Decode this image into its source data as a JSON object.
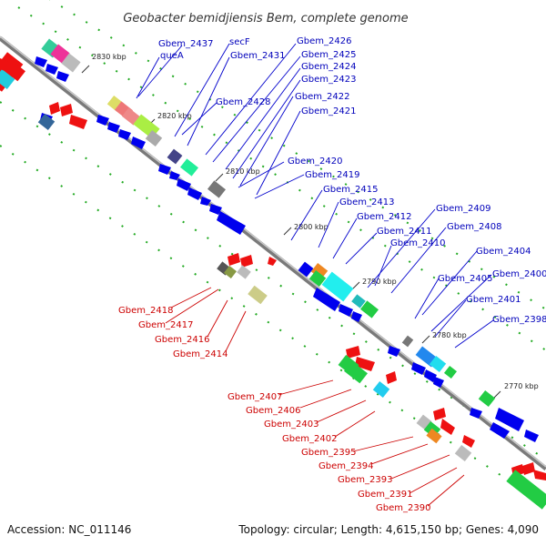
{
  "title": "Geobacter bemidjiensis Bem, complete genome",
  "footer": {
    "accession": "Accession: NC_011146",
    "summary": "Topology: circular; Length: 4,615,150 bp; Genes: 4,090"
  },
  "colors": {
    "top_strand": "#0000ee",
    "bottom_strand": "#ee0000",
    "label_top": "#0000bb",
    "label_bottom": "#cc0000",
    "axis": "#999999",
    "tick": "#119911"
  },
  "axis_ticks": [
    {
      "label": "2830 kbp"
    },
    {
      "label": "2820 kbp"
    },
    {
      "label": "2810 kbp"
    },
    {
      "label": "2800 kbp"
    },
    {
      "label": "2790 kbp"
    },
    {
      "label": "2780 kbp"
    },
    {
      "label": "2770 kbp"
    }
  ],
  "top_labels": [
    "Gbem_2437",
    "queA",
    "secF",
    "Gbem_2431",
    "Gbem_2426",
    "Gbem_2425",
    "Gbem_2424",
    "Gbem_2423",
    "Gbem_2428",
    "Gbem_2422",
    "Gbem_2421",
    "Gbem_2420",
    "Gbem_2419",
    "Gbem_2415",
    "Gbem_2413",
    "Gbem_2412",
    "Gbem_2411",
    "Gbem_2410",
    "Gbem_2409",
    "Gbem_2408",
    "Gbem_2404",
    "Gbem_2405",
    "Gbem_2400",
    "Gbem_2401",
    "Gbem_2398"
  ],
  "bottom_labels": [
    "Gbem_2418",
    "Gbem_2417",
    "Gbem_2416",
    "Gbem_2414",
    "Gbem_2407",
    "Gbem_2406",
    "Gbem_2403",
    "Gbem_2402",
    "Gbem_2395",
    "Gbem_2394",
    "Gbem_2393",
    "Gbem_2391",
    "Gbem_2390"
  ]
}
